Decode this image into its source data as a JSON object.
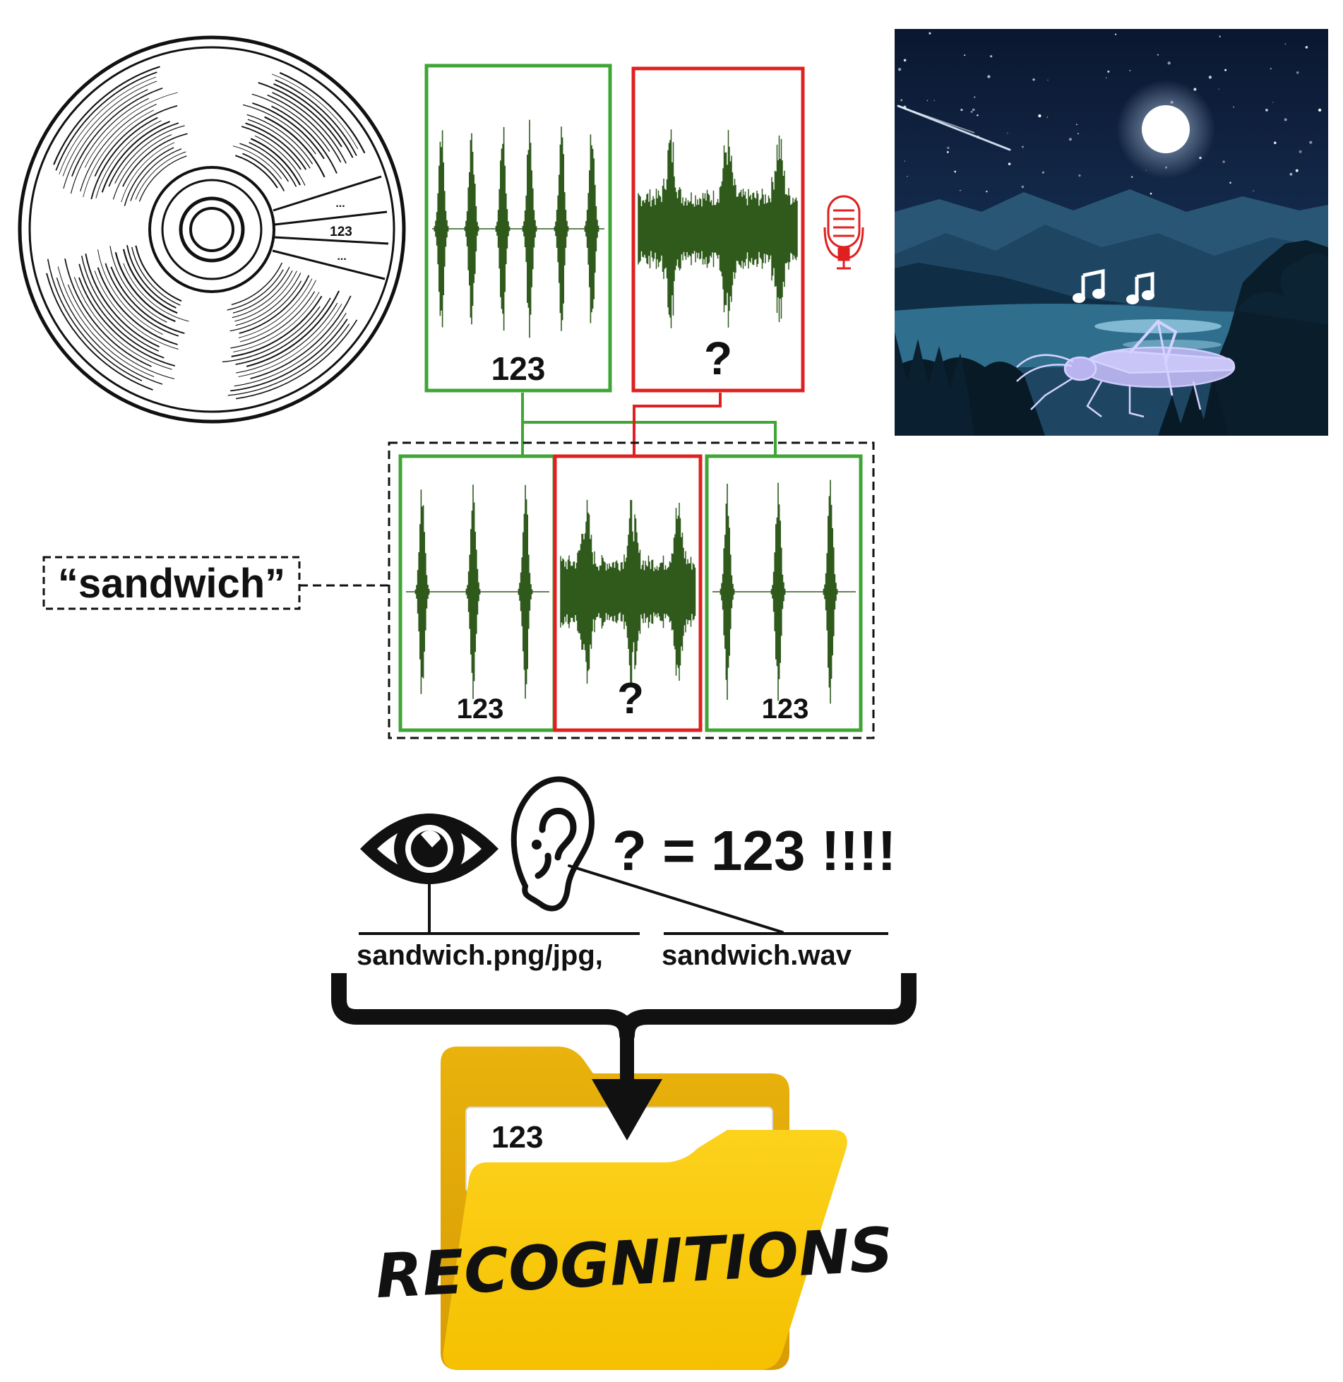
{
  "disc": {
    "track_top": "...",
    "track_mid": "123",
    "track_bottom": "..."
  },
  "reference_clip": {
    "label": "123",
    "color": "#3fa535"
  },
  "unknown_clip": {
    "label": "?",
    "color": "#e02020"
  },
  "sandwich": {
    "word": "“sandwich”",
    "left_label": "123",
    "middle_label": "?",
    "right_label": "123"
  },
  "recognition": {
    "equation": "? = 123 !!!!",
    "image_file": "sandwich.png/jpg,",
    "audio_file": "sandwich.wav",
    "eye_icon": "eye-icon",
    "ear_icon": "ear-icon"
  },
  "folder": {
    "doc_label": "123",
    "title": "RECOGNITIONS",
    "color": "#f8c60a"
  },
  "scene": {
    "sky_color": "#0e1c36",
    "moon_color": "#ffffff",
    "insect_color": "#b9b4f0"
  }
}
